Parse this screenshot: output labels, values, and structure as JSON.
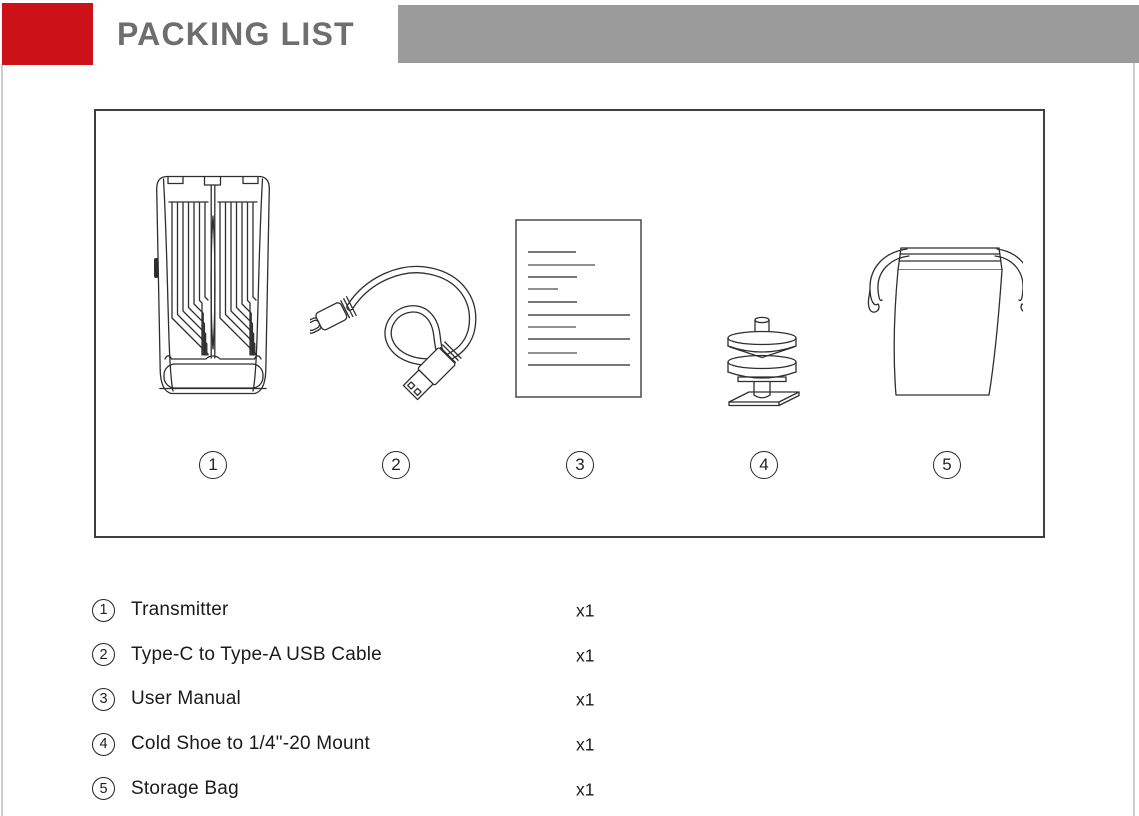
{
  "header": {
    "title": "PACKING LIST"
  },
  "colors": {
    "accent_red": "#cc1118",
    "header_bar_gray": "#9b9b9b",
    "title_gray": "#6e6e6e",
    "line_art": "#2e2e2e"
  },
  "packing_items": [
    {
      "number": "1",
      "label": "Transmitter",
      "qty": "x1",
      "icon": "transmitter-icon"
    },
    {
      "number": "2",
      "label": "Type-C to Type-A USB Cable",
      "qty": "x1",
      "icon": "usb-cable-icon"
    },
    {
      "number": "3",
      "label": "User Manual",
      "qty": "x1",
      "icon": "user-manual-icon"
    },
    {
      "number": "4",
      "label": "Cold Shoe to 1/4\"-20 Mount",
      "qty": "x1",
      "icon": "cold-shoe-mount-icon"
    },
    {
      "number": "5",
      "label": "Storage Bag",
      "qty": "x1",
      "icon": "storage-bag-icon"
    }
  ]
}
